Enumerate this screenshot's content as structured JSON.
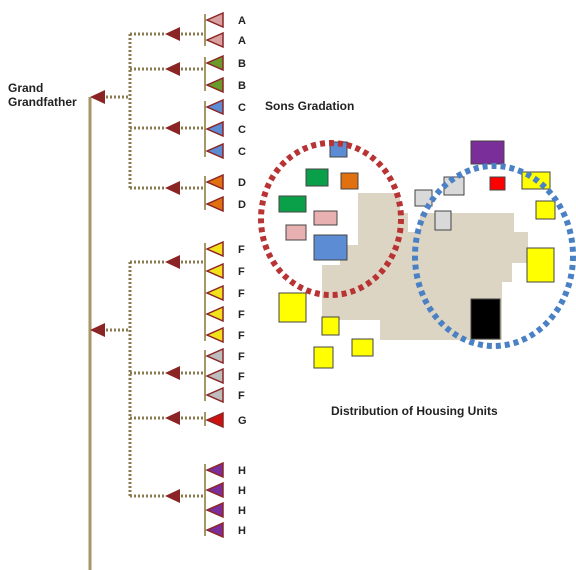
{
  "labels": {
    "root": [
      "Grand",
      "Grandfather"
    ],
    "sons_title": "Sons Gradation",
    "housing_title": "Distribution of Housing Units"
  },
  "colors": {
    "trunk": "#a89666",
    "dotted": "#8b7a50",
    "parent_arrow": "#8b2525",
    "land": "#ddd5c3",
    "red_circle": "#b83434",
    "blue_circle": "#4a80c4"
  },
  "family": {
    "branches": [
      {
        "children": [
          {
            "label": "A",
            "color": "#d9a0a0"
          },
          {
            "label": "A",
            "color": "#d9a0a0"
          }
        ]
      },
      {
        "children": [
          {
            "label": "B",
            "color": "#6a9a2a"
          },
          {
            "label": "B",
            "color": "#6a9a2a"
          }
        ]
      },
      {
        "children": [
          {
            "label": "C",
            "color": "#5b8cd4"
          },
          {
            "label": "C",
            "color": "#5b8cd4"
          },
          {
            "label": "C",
            "color": "#5b8cd4"
          }
        ]
      },
      {
        "children": [
          {
            "label": "D",
            "color": "#e07010"
          },
          {
            "label": "D",
            "color": "#e07010"
          }
        ]
      },
      {
        "children": [
          {
            "label": "F",
            "color": "#f2e21c"
          },
          {
            "label": "F",
            "color": "#f2e21c"
          },
          {
            "label": "F",
            "color": "#f2e21c"
          },
          {
            "label": "F",
            "color": "#f2e21c"
          },
          {
            "label": "F",
            "color": "#f2e21c"
          }
        ]
      },
      {
        "children": [
          {
            "label": "F",
            "color": "#bdbdbd"
          },
          {
            "label": "F",
            "color": "#bdbdbd"
          },
          {
            "label": "F",
            "color": "#bdbdbd"
          }
        ]
      },
      {
        "children": [
          {
            "label": "G",
            "color": "#cc1111"
          }
        ]
      },
      {
        "children": [
          {
            "label": "H",
            "color": "#7a2e99"
          },
          {
            "label": "H",
            "color": "#7a2e99"
          },
          {
            "label": "H",
            "color": "#7a2e99"
          },
          {
            "label": "H",
            "color": "#7a2e99"
          }
        ]
      }
    ]
  },
  "housing_units": [
    {
      "name": "unit-blue",
      "color": "#5b8cd4"
    },
    {
      "name": "unit-green",
      "color": "#0aa04a"
    },
    {
      "name": "unit-orange",
      "color": "#e07010"
    },
    {
      "name": "unit-green",
      "color": "#0aa04a"
    },
    {
      "name": "unit-pink",
      "color": "#e8b0b0"
    },
    {
      "name": "unit-pink",
      "color": "#e8b0b0"
    },
    {
      "name": "unit-blue",
      "color": "#5b8cd4"
    },
    {
      "name": "unit-yellow",
      "color": "#ffff00"
    },
    {
      "name": "unit-yellow",
      "color": "#ffff00"
    },
    {
      "name": "unit-yellow",
      "color": "#ffff00"
    },
    {
      "name": "unit-yellow",
      "color": "#ffff00"
    },
    {
      "name": "unit-purple",
      "color": "#7a2e99"
    },
    {
      "name": "unit-gray",
      "color": "#d9d9d9"
    },
    {
      "name": "unit-gray",
      "color": "#d9d9d9"
    },
    {
      "name": "unit-gray",
      "color": "#d9d9d9"
    },
    {
      "name": "unit-red",
      "color": "#ff0000"
    },
    {
      "name": "unit-yellow",
      "color": "#ffff00"
    },
    {
      "name": "unit-yellow",
      "color": "#ffff00"
    },
    {
      "name": "unit-yellow",
      "color": "#ffff00"
    },
    {
      "name": "unit-black",
      "color": "#000000"
    }
  ]
}
